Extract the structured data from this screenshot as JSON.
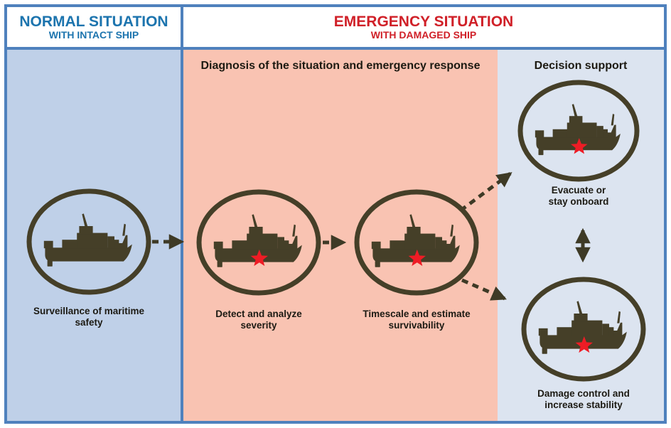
{
  "header": {
    "normal_title": "NORMAL SITUATION",
    "normal_subtitle": "WITH INTACT SHIP",
    "emergency_title": "EMERGENCY SITUATION",
    "emergency_subtitle": "WITH DAMAGED SHIP"
  },
  "sections": {
    "diagnosis_title": "Diagnosis of the situation and emergency response",
    "decision_title": "Decision support"
  },
  "nodes": [
    {
      "id": "surveillance",
      "line1": "Surveillance of maritime",
      "line2": "safety",
      "damaged": false
    },
    {
      "id": "detect",
      "line1": "Detect and analyze",
      "line2": "severity",
      "damaged": true
    },
    {
      "id": "timescale",
      "line1": "Timescale and estimate",
      "line2": "survivability",
      "damaged": true
    },
    {
      "id": "evacuate",
      "line1": "Evacuate or",
      "line2": "stay onboard",
      "damaged": true
    },
    {
      "id": "damage-control",
      "line1": "Damage control and",
      "line2": "increase stability",
      "damaged": true
    }
  ],
  "arrows": [
    {
      "from": "surveillance",
      "to": "detect",
      "style": "dashed",
      "direction": "single"
    },
    {
      "from": "detect",
      "to": "timescale",
      "style": "dashed",
      "direction": "single"
    },
    {
      "from": "timescale",
      "to": "evacuate",
      "style": "dashed",
      "direction": "single"
    },
    {
      "from": "timescale",
      "to": "damage-control",
      "style": "dashed",
      "direction": "single"
    },
    {
      "from": "evacuate",
      "to": "damage-control",
      "style": "dashed",
      "direction": "double"
    }
  ],
  "colors": {
    "frame_blue": "#4f81bd",
    "normal_title_blue": "#1c74ae",
    "emergency_title_red": "#d02028",
    "panel_normal_bg": "#bfd0e8",
    "panel_diagnosis_bg": "#f9c3b2",
    "panel_decision_bg": "#dce4f0",
    "ship_olive": "#453f28",
    "arrow_olive": "#3e3a26",
    "star_red": "#ee1c25",
    "label_text": "#1c1a13"
  }
}
